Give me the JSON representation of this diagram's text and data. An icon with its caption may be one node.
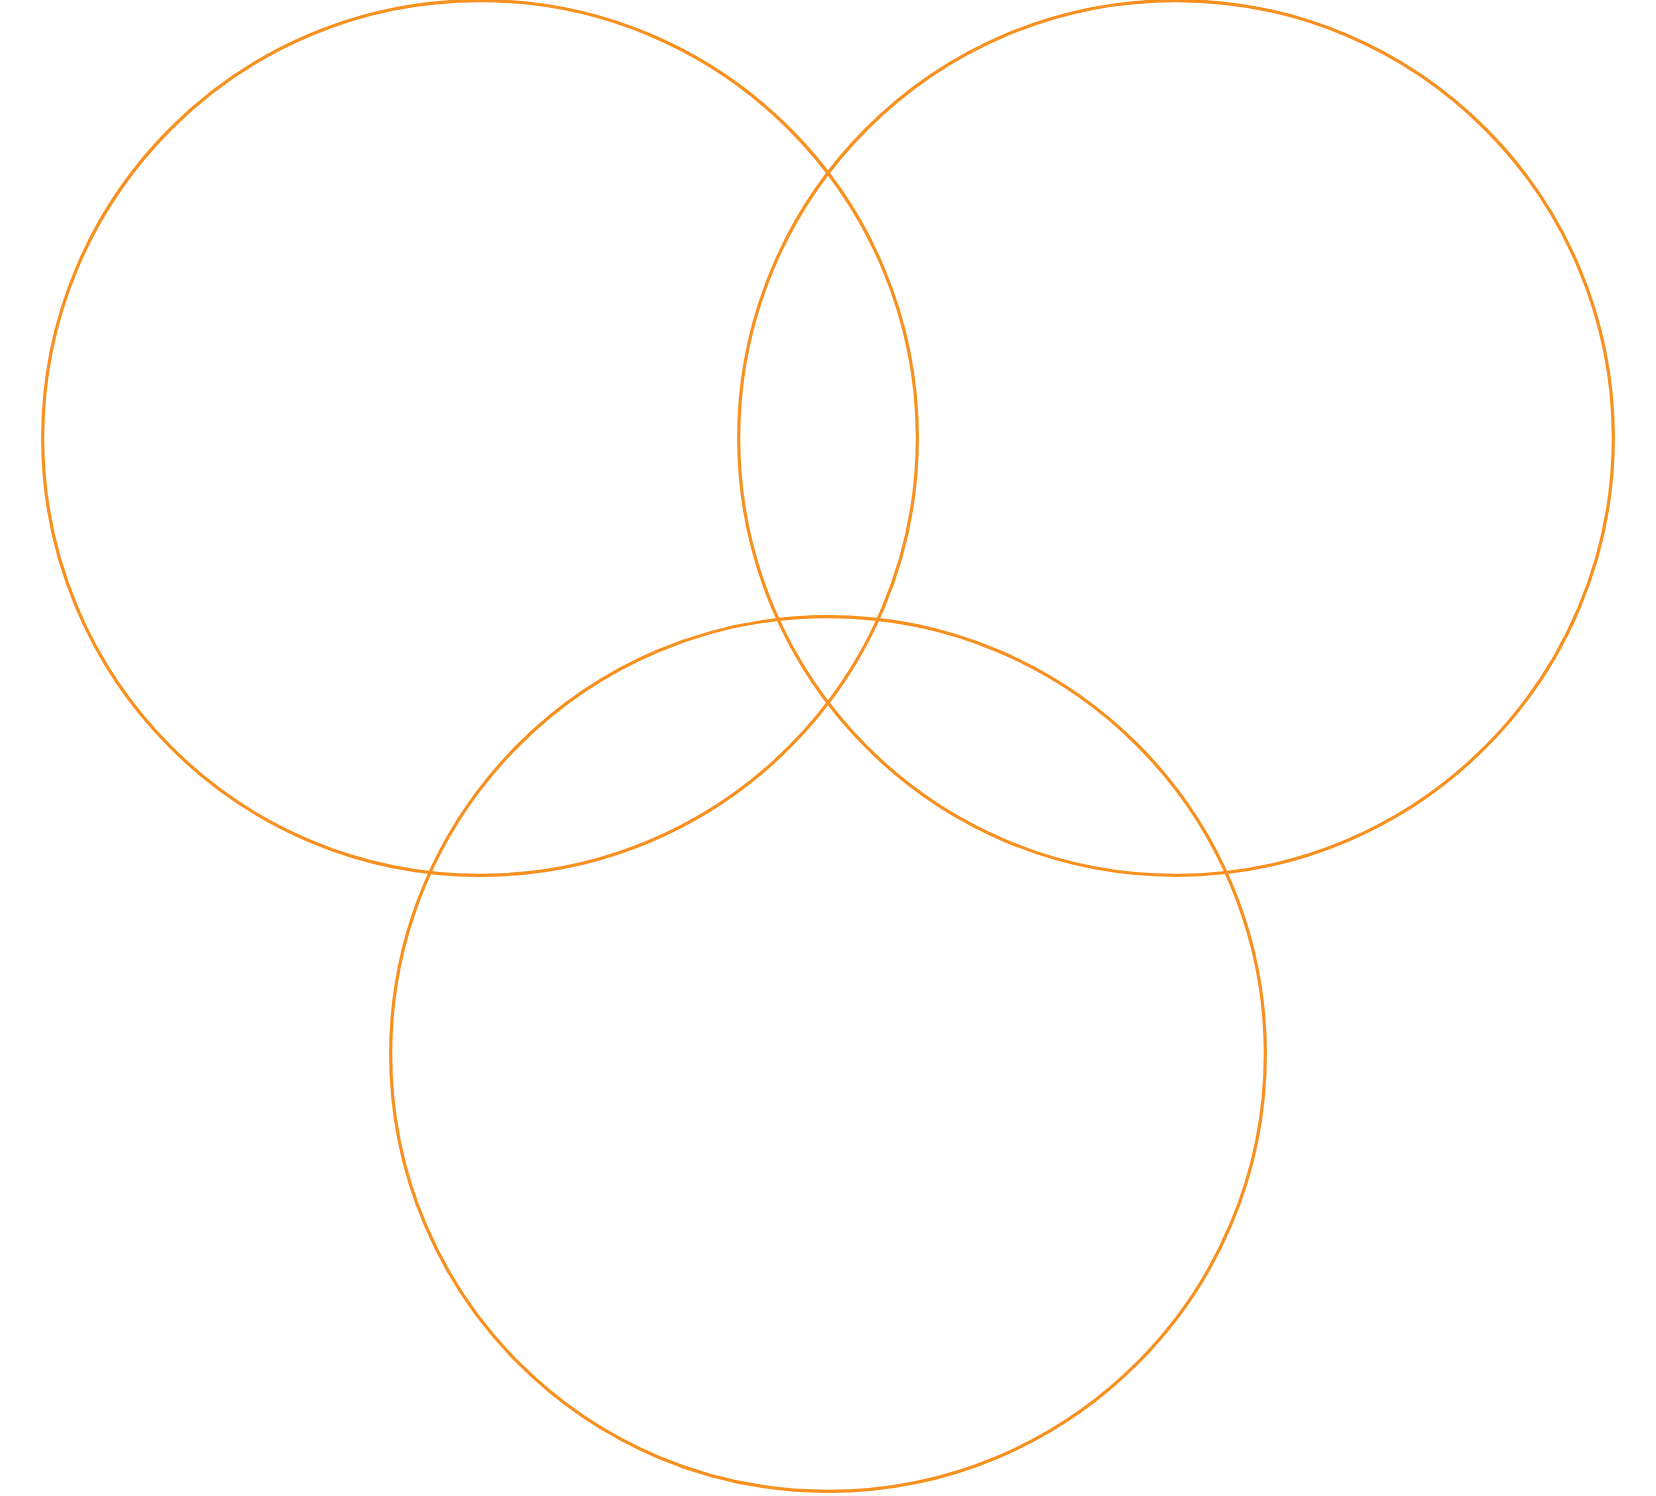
{
  "diagram": {
    "nodes": [
      {
        "text": [],
        "shape": "circle"
      },
      {
        "text": [],
        "shape": "circle"
      },
      {
        "text": [],
        "shape": "circle"
      }
    ]
  }
}
